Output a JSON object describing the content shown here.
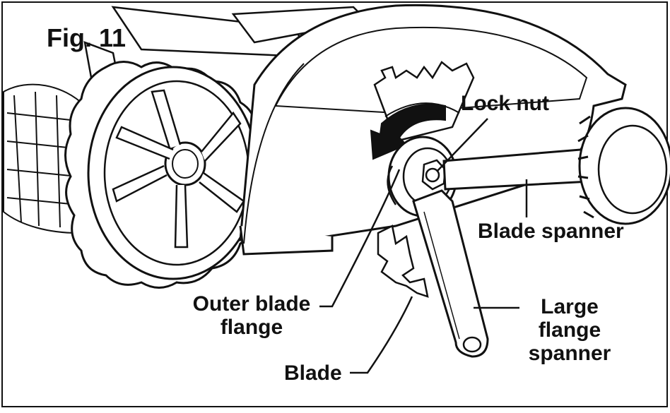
{
  "figure": {
    "title": "Fig. 11",
    "labels": {
      "lock_nut": "Lock nut",
      "blade_spanner": "Blade spanner",
      "outer_blade_flange": [
        "Outer blade",
        "flange"
      ],
      "large_flange_spanner": [
        "Large",
        "flange",
        "spanner"
      ],
      "blade": "Blade"
    }
  },
  "colors": {
    "stroke": "#111111",
    "background": "#ffffff"
  }
}
